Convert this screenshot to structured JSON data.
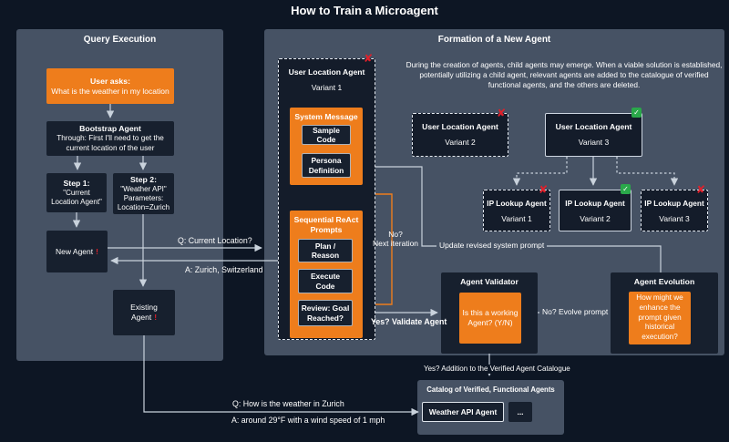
{
  "title": "How to Train a Microagent",
  "colors": {
    "background": "#0d1624",
    "panel": "#465264",
    "box": "#17202e",
    "orange": "#ee7d1c",
    "line": "#c9d2dc",
    "red_flag": "#e0202a",
    "green_check": "#2aa84a"
  },
  "icons": {
    "red_x": "✘",
    "green_check": "✓"
  },
  "query_panel": {
    "header": "Query Execution",
    "user_asks": {
      "title": "User asks:",
      "body": "What is the weather in my location"
    },
    "bootstrap": {
      "title": "Bootstrap Agent",
      "body": "Through: First I'll need to get the current location of the user"
    },
    "step1": {
      "title": "Step 1:",
      "body": "\"Current Location Agent\""
    },
    "step2": {
      "title": "Step 2:",
      "line1": "\"Weather API\"",
      "line2": "Parameters:",
      "line3": "Location=Zurich"
    },
    "new_agent": {
      "label": "New Agent",
      "flag": "!"
    },
    "existing_agent": {
      "label": "Existing Agent",
      "flag": "!"
    }
  },
  "formation_panel": {
    "header": "Formation of a New Agent",
    "description": "During the creation of agents, child agents may emerge. When a viable solution is established, potentially utilizing a child agent, relevant agents are added to the catalogue of verified functional agents, and the others are deleted.",
    "variant1": {
      "title": "User Location Agent",
      "variant": "Variant 1",
      "status": "rejected"
    },
    "system_message": {
      "title": "System Message",
      "sample_code": "Sample Code",
      "persona": "Persona Definition"
    },
    "react": {
      "title_line1": "Sequential ReAct",
      "title_line2": "Prompts",
      "plan": "Plan / Reason",
      "execute": "Execute Code",
      "review": "Review: Goal Reached?"
    },
    "variant2": {
      "title": "User Location Agent",
      "variant": "Variant 2",
      "status": "rejected"
    },
    "variant3": {
      "title": "User Location Agent",
      "variant": "Variant 3",
      "status": "verified"
    },
    "ip1": {
      "title": "IP Lookup Agent",
      "variant": "Variant 1",
      "status": "rejected"
    },
    "ip2": {
      "title": "IP Lookup Agent",
      "variant": "Variant 2",
      "status": "verified"
    },
    "ip3": {
      "title": "IP Lookup Agent",
      "variant": "Variant 3",
      "status": "rejected"
    },
    "validator": {
      "title": "Agent Validator",
      "body": "Is this a working Agent? (Y/N)"
    },
    "evolution": {
      "title": "Agent Evolution",
      "body": "How might we enhance the prompt given historical execution?"
    }
  },
  "catalog": {
    "header": "Catalog of Verified, Functional Agents",
    "weather_agent": "Weather API Agent",
    "more": "..."
  },
  "labels": {
    "q_current": "Q: Current Location?",
    "a_current": "A: Zurich, Switzerland",
    "no_iter_line1": "No?",
    "no_iter_line2": "Next iteration",
    "yes_validate": "Yes? Validate Agent",
    "update_prompt": "Update revised system prompt",
    "no_evolve": "No? Evolve prompt",
    "yes_addition": "Yes? Addition to the Verified Agent Catalogue",
    "q_weather": "Q: How is the weather in Zurich",
    "a_weather": "A: around 29°F with a wind speed of 1 mph"
  }
}
